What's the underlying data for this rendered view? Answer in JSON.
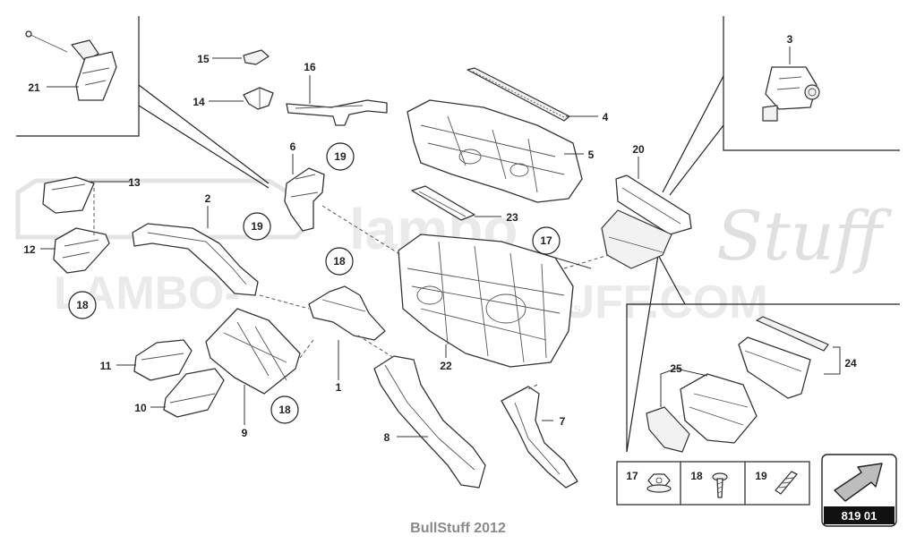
{
  "diagram": {
    "part_numbers": [
      "1",
      "2",
      "3",
      "4",
      "5",
      "6",
      "7",
      "8",
      "9",
      "10",
      "11",
      "12",
      "13",
      "14",
      "15",
      "16",
      "17",
      "18",
      "19",
      "20",
      "21",
      "22",
      "23",
      "24",
      "25"
    ],
    "fastener_refs": {
      "r17": "17",
      "r18": "18",
      "r19": "19"
    },
    "legend": {
      "items": [
        {
          "num": "17",
          "icon": "flange-nut-icon"
        },
        {
          "num": "18",
          "icon": "screw-icon"
        },
        {
          "num": "19",
          "icon": "clip-icon"
        }
      ]
    },
    "plate_number": "819 01"
  },
  "watermark": {
    "brand_line1": "lambo",
    "brand_script": "Stuff",
    "brand_line2": "LAMBO-",
    "brand_line3": "STUFF.COM",
    "small": "parts"
  },
  "footer": {
    "credit": "BullStuff 2012"
  },
  "colors": {
    "ink": "#222222",
    "watermark": "#d9d9d9",
    "footer": "#8a8a8a"
  }
}
